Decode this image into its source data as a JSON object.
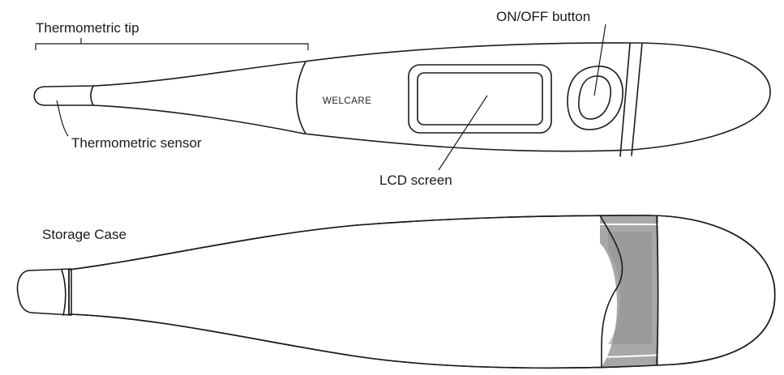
{
  "labels": {
    "tip": "Thermometric tip",
    "sensor": "Thermometric sensor",
    "button": "ON/OFF button",
    "lcd": "LCD screen",
    "case": "Storage Case"
  },
  "brand": "WELCARE",
  "colors": {
    "line": "#1a1a1a",
    "case_fill": "#cccccc",
    "case_highlight": "#f2f2f2",
    "case_band": "#a6a6a6",
    "background": "#ffffff"
  }
}
